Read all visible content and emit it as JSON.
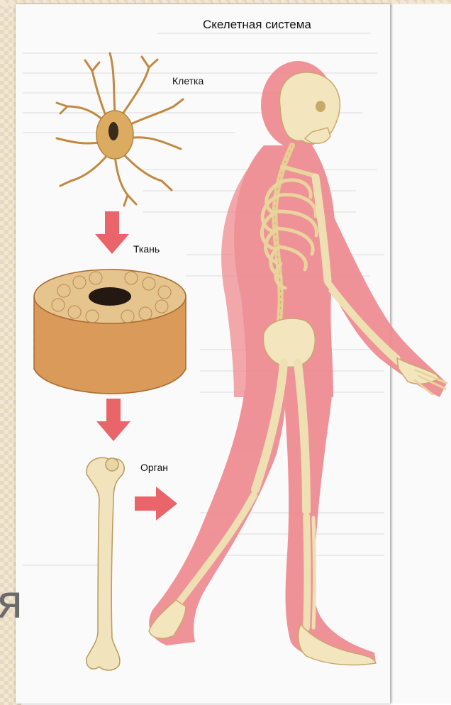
{
  "title": "Скелетная система",
  "labels": {
    "cell": "Клетка",
    "tissue": "Ткань",
    "organ": "Орган"
  },
  "slide_fragment": "я",
  "colors": {
    "body_silhouette": "#ef8a8f",
    "bone": "#f3e6bf",
    "bone_outline": "#c9a86b",
    "arrow": "#e9656a",
    "cell": "#d9a860",
    "tissue_top": "#e4c08a",
    "tissue_side": "#d89a57"
  },
  "icons": [
    "down-arrow-icon",
    "right-arrow-icon"
  ]
}
